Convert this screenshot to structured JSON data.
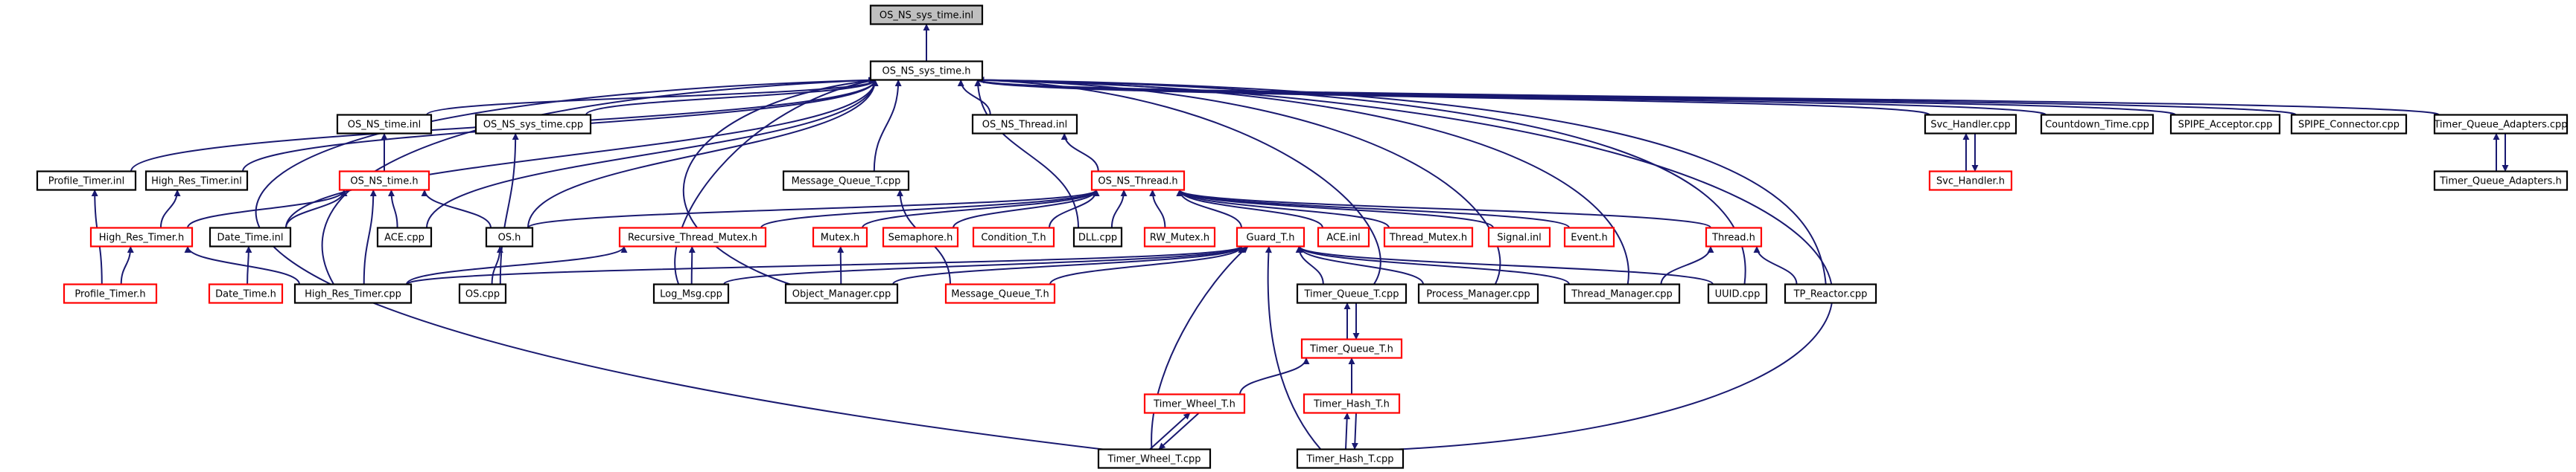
{
  "colors": {
    "edge": "#191970",
    "border_normal": "#000000",
    "border_missing": "#ff0000",
    "fill_root": "#bfbfbf",
    "fill_normal": "#ffffff"
  },
  "nodes": [
    {
      "id": "os_ns_sys_time_inl",
      "label": "OS_NS_sys_time.inl",
      "style": "root"
    },
    {
      "id": "os_ns_sys_time_h",
      "label": "OS_NS_sys_time.h",
      "style": "normal"
    },
    {
      "id": "os_ns_time_inl",
      "label": "OS_NS_time.inl",
      "style": "normal"
    },
    {
      "id": "os_ns_sys_time_cpp",
      "label": "OS_NS_sys_time.cpp",
      "style": "normal"
    },
    {
      "id": "os_ns_thread_inl",
      "label": "OS_NS_Thread.inl",
      "style": "normal"
    },
    {
      "id": "profile_timer_inl",
      "label": "Profile_Timer.inl",
      "style": "normal"
    },
    {
      "id": "high_res_timer_inl",
      "label": "High_Res_Timer.inl",
      "style": "normal"
    },
    {
      "id": "os_ns_time_h",
      "label": "OS_NS_time.h",
      "style": "missing"
    },
    {
      "id": "message_queue_t_cpp",
      "label": "Message_Queue_T.cpp",
      "style": "normal"
    },
    {
      "id": "os_ns_thread_h",
      "label": "OS_NS_Thread.h",
      "style": "missing"
    },
    {
      "id": "svc_handler_cpp",
      "label": "Svc_Handler.cpp",
      "style": "normal"
    },
    {
      "id": "countdown_time_cpp",
      "label": "Countdown_Time.cpp",
      "style": "normal"
    },
    {
      "id": "spipe_acceptor_cpp",
      "label": "SPIPE_Acceptor.cpp",
      "style": "normal"
    },
    {
      "id": "spipe_connector_cpp",
      "label": "SPIPE_Connector.cpp",
      "style": "normal"
    },
    {
      "id": "timer_queue_adapters_cpp",
      "label": "Timer_Queue_Adapters.cpp",
      "style": "normal"
    },
    {
      "id": "svc_handler_h",
      "label": "Svc_Handler.h",
      "style": "missing"
    },
    {
      "id": "timer_queue_adapters_h",
      "label": "Timer_Queue_Adapters.h",
      "style": "normal"
    },
    {
      "id": "date_time_inl",
      "label": "Date_Time.inl",
      "style": "normal"
    },
    {
      "id": "ace_cpp",
      "label": "ACE.cpp",
      "style": "normal"
    },
    {
      "id": "os_h",
      "label": "OS.h",
      "style": "normal"
    },
    {
      "id": "high_res_timer_h",
      "label": "High_Res_Timer.h",
      "style": "missing"
    },
    {
      "id": "recursive_thread_mutex_h",
      "label": "Recursive_Thread_Mutex.h",
      "style": "missing"
    },
    {
      "id": "mutex_h",
      "label": "Mutex.h",
      "style": "missing"
    },
    {
      "id": "semaphore_h",
      "label": "Semaphore.h",
      "style": "missing"
    },
    {
      "id": "condition_t_h",
      "label": "Condition_T.h",
      "style": "missing"
    },
    {
      "id": "dll_cpp",
      "label": "DLL.cpp",
      "style": "normal"
    },
    {
      "id": "rw_mutex_h",
      "label": "RW_Mutex.h",
      "style": "missing"
    },
    {
      "id": "guard_t_h",
      "label": "Guard_T.h",
      "style": "missing"
    },
    {
      "id": "ace_inl",
      "label": "ACE.inl",
      "style": "missing"
    },
    {
      "id": "thread_mutex_h",
      "label": "Thread_Mutex.h",
      "style": "missing"
    },
    {
      "id": "signal_inl",
      "label": "Signal.inl",
      "style": "missing"
    },
    {
      "id": "event_h",
      "label": "Event.h",
      "style": "missing"
    },
    {
      "id": "thread_h",
      "label": "Thread.h",
      "style": "missing"
    },
    {
      "id": "profile_timer_h",
      "label": "Profile_Timer.h",
      "style": "missing"
    },
    {
      "id": "date_time_h",
      "label": "Date_Time.h",
      "style": "missing"
    },
    {
      "id": "high_res_timer_cpp",
      "label": "High_Res_Timer.cpp",
      "style": "normal"
    },
    {
      "id": "os_cpp",
      "label": "OS.cpp",
      "style": "normal"
    },
    {
      "id": "log_msg_cpp",
      "label": "Log_Msg.cpp",
      "style": "normal"
    },
    {
      "id": "object_manager_cpp",
      "label": "Object_Manager.cpp",
      "style": "normal"
    },
    {
      "id": "message_queue_t_h",
      "label": "Message_Queue_T.h",
      "style": "missing"
    },
    {
      "id": "timer_queue_t_cpp",
      "label": "Timer_Queue_T.cpp",
      "style": "normal"
    },
    {
      "id": "process_manager_cpp",
      "label": "Process_Manager.cpp",
      "style": "normal"
    },
    {
      "id": "thread_manager_cpp",
      "label": "Thread_Manager.cpp",
      "style": "normal"
    },
    {
      "id": "uuid_cpp",
      "label": "UUID.cpp",
      "style": "normal"
    },
    {
      "id": "tp_reactor_cpp",
      "label": "TP_Reactor.cpp",
      "style": "normal"
    },
    {
      "id": "timer_queue_t_h",
      "label": "Timer_Queue_T.h",
      "style": "missing"
    },
    {
      "id": "timer_wheel_t_h",
      "label": "Timer_Wheel_T.h",
      "style": "missing"
    },
    {
      "id": "timer_hash_t_h",
      "label": "Timer_Hash_T.h",
      "style": "missing"
    },
    {
      "id": "timer_wheel_t_cpp",
      "label": "Timer_Wheel_T.cpp",
      "style": "normal"
    },
    {
      "id": "timer_hash_t_cpp",
      "label": "Timer_Hash_T.cpp",
      "style": "normal"
    }
  ],
  "edges": [
    [
      "os_ns_sys_time_h",
      "os_ns_sys_time_inl"
    ],
    [
      "os_ns_time_inl",
      "os_ns_sys_time_h"
    ],
    [
      "os_ns_sys_time_cpp",
      "os_ns_sys_time_h"
    ],
    [
      "os_ns_thread_inl",
      "os_ns_sys_time_h"
    ],
    [
      "profile_timer_inl",
      "os_ns_sys_time_h"
    ],
    [
      "high_res_timer_inl",
      "os_ns_sys_time_h"
    ],
    [
      "message_queue_t_cpp",
      "os_ns_sys_time_h"
    ],
    [
      "svc_handler_cpp",
      "os_ns_sys_time_h"
    ],
    [
      "countdown_time_cpp",
      "os_ns_sys_time_h"
    ],
    [
      "spipe_acceptor_cpp",
      "os_ns_sys_time_h"
    ],
    [
      "spipe_connector_cpp",
      "os_ns_sys_time_h"
    ],
    [
      "timer_queue_adapters_cpp",
      "os_ns_sys_time_h"
    ],
    [
      "date_time_inl",
      "os_ns_sys_time_h"
    ],
    [
      "ace_cpp",
      "os_ns_sys_time_h"
    ],
    [
      "os_h",
      "os_ns_sys_time_h"
    ],
    [
      "dll_cpp",
      "os_ns_sys_time_h"
    ],
    [
      "high_res_timer_cpp",
      "os_ns_sys_time_h"
    ],
    [
      "log_msg_cpp",
      "os_ns_sys_time_h"
    ],
    [
      "object_manager_cpp",
      "os_ns_sys_time_h"
    ],
    [
      "timer_queue_t_cpp",
      "os_ns_sys_time_h"
    ],
    [
      "process_manager_cpp",
      "os_ns_sys_time_h"
    ],
    [
      "thread_manager_cpp",
      "os_ns_sys_time_h"
    ],
    [
      "uuid_cpp",
      "os_ns_sys_time_h"
    ],
    [
      "tp_reactor_cpp",
      "os_ns_sys_time_h"
    ],
    [
      "timer_wheel_t_cpp",
      "os_ns_sys_time_h"
    ],
    [
      "timer_hash_t_cpp",
      "os_ns_sys_time_h"
    ],
    [
      "os_ns_time_h",
      "os_ns_time_inl"
    ],
    [
      "os_ns_thread_h",
      "os_ns_thread_inl"
    ],
    [
      "profile_timer_h",
      "profile_timer_inl"
    ],
    [
      "high_res_timer_h",
      "high_res_timer_inl"
    ],
    [
      "high_res_timer_h",
      "os_ns_time_h"
    ],
    [
      "date_time_inl",
      "os_ns_time_h"
    ],
    [
      "ace_cpp",
      "os_ns_time_h"
    ],
    [
      "os_h",
      "os_ns_time_h"
    ],
    [
      "high_res_timer_cpp",
      "os_ns_time_h"
    ],
    [
      "os_cpp",
      "os_ns_sys_time_cpp"
    ],
    [
      "os_cpp",
      "os_h"
    ],
    [
      "message_queue_t_h",
      "message_queue_t_cpp"
    ],
    [
      "os_h",
      "os_ns_thread_h"
    ],
    [
      "recursive_thread_mutex_h",
      "os_ns_thread_h"
    ],
    [
      "mutex_h",
      "os_ns_thread_h"
    ],
    [
      "semaphore_h",
      "os_ns_thread_h"
    ],
    [
      "condition_t_h",
      "os_ns_thread_h"
    ],
    [
      "dll_cpp",
      "os_ns_thread_h"
    ],
    [
      "rw_mutex_h",
      "os_ns_thread_h"
    ],
    [
      "guard_t_h",
      "os_ns_thread_h"
    ],
    [
      "ace_inl",
      "os_ns_thread_h"
    ],
    [
      "thread_mutex_h",
      "os_ns_thread_h"
    ],
    [
      "signal_inl",
      "os_ns_thread_h"
    ],
    [
      "event_h",
      "os_ns_thread_h"
    ],
    [
      "thread_h",
      "os_ns_thread_h"
    ],
    [
      "svc_handler_h",
      "svc_handler_cpp"
    ],
    [
      "svc_handler_cpp",
      "svc_handler_h"
    ],
    [
      "timer_queue_adapters_h",
      "timer_queue_adapters_cpp"
    ],
    [
      "timer_queue_adapters_cpp",
      "timer_queue_adapters_h"
    ],
    [
      "date_time_h",
      "date_time_inl"
    ],
    [
      "profile_timer_h",
      "high_res_timer_h"
    ],
    [
      "high_res_timer_cpp",
      "high_res_timer_h"
    ],
    [
      "high_res_timer_cpp",
      "recursive_thread_mutex_h"
    ],
    [
      "log_msg_cpp",
      "recursive_thread_mutex_h"
    ],
    [
      "object_manager_cpp",
      "mutex_h"
    ],
    [
      "high_res_timer_cpp",
      "guard_t_h"
    ],
    [
      "log_msg_cpp",
      "guard_t_h"
    ],
    [
      "object_manager_cpp",
      "guard_t_h"
    ],
    [
      "message_queue_t_h",
      "guard_t_h"
    ],
    [
      "timer_queue_t_cpp",
      "guard_t_h"
    ],
    [
      "process_manager_cpp",
      "guard_t_h"
    ],
    [
      "thread_manager_cpp",
      "guard_t_h"
    ],
    [
      "uuid_cpp",
      "guard_t_h"
    ],
    [
      "timer_wheel_t_cpp",
      "guard_t_h"
    ],
    [
      "timer_hash_t_cpp",
      "guard_t_h"
    ],
    [
      "thread_manager_cpp",
      "thread_h"
    ],
    [
      "tp_reactor_cpp",
      "thread_h"
    ],
    [
      "timer_queue_t_h",
      "timer_queue_t_cpp"
    ],
    [
      "timer_queue_t_cpp",
      "timer_queue_t_h"
    ],
    [
      "timer_wheel_t_h",
      "timer_queue_t_h"
    ],
    [
      "timer_hash_t_h",
      "timer_queue_t_h"
    ],
    [
      "timer_wheel_t_cpp",
      "timer_wheel_t_h"
    ],
    [
      "timer_wheel_t_h",
      "timer_wheel_t_cpp"
    ],
    [
      "timer_hash_t_cpp",
      "timer_hash_t_h"
    ],
    [
      "timer_hash_t_h",
      "timer_hash_t_cpp"
    ]
  ]
}
